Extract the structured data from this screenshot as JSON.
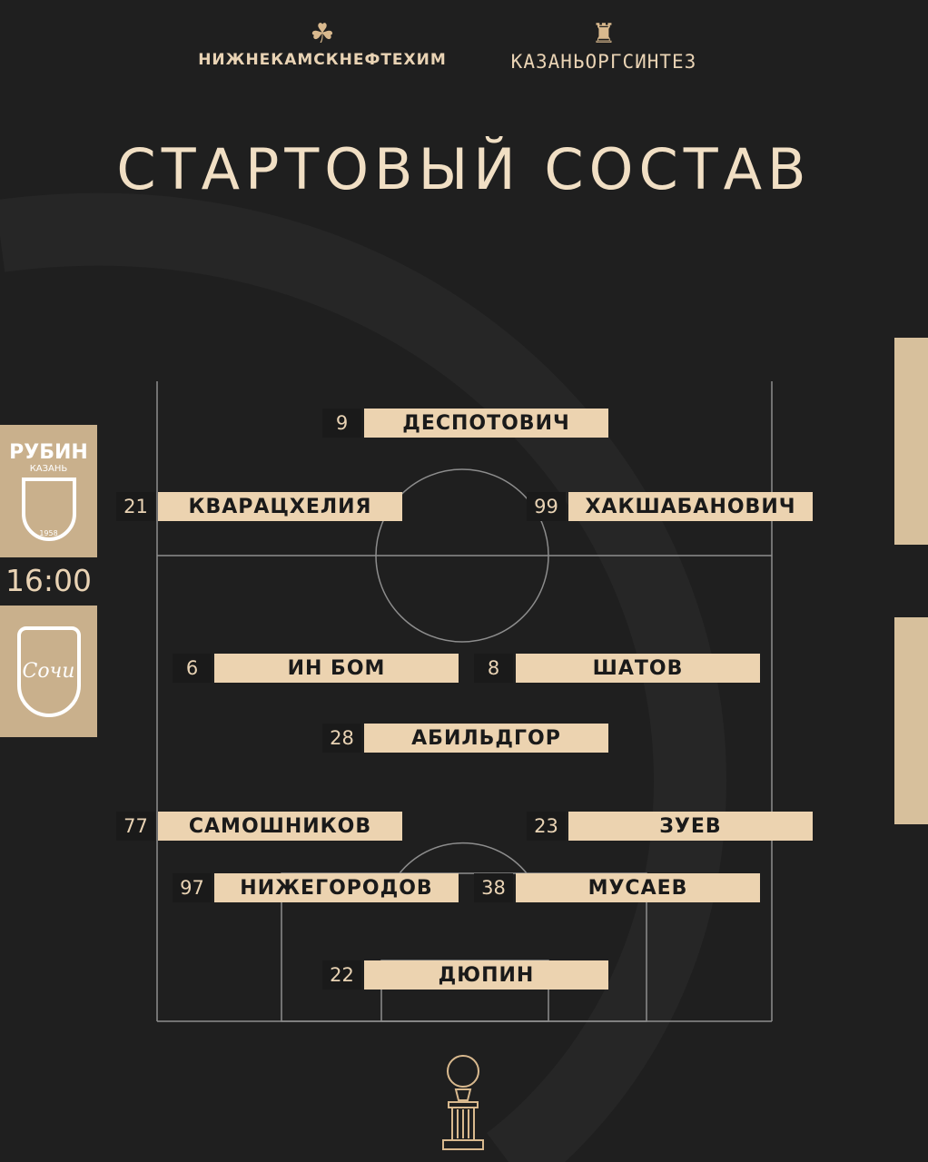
{
  "sponsors": [
    {
      "name": "НИЖНЕКАМСКНЕФТЕХИМ",
      "icon": "triquetra-icon"
    },
    {
      "name": "КАЗАНЬОРГСИНТЕЗ",
      "icon": "building-icon"
    }
  ],
  "title": "СТАРТОВЫЙ СОСТАВ",
  "match": {
    "home": "РУБИН",
    "home_city": "КАЗАНЬ",
    "home_year": "1958",
    "time": "16:00",
    "away": "Сочи"
  },
  "players": [
    {
      "number": "9",
      "name": "ДЕСПОТОВИЧ"
    },
    {
      "number": "21",
      "name": "КВАРАЦХЕЛИЯ"
    },
    {
      "number": "99",
      "name": "ХАКШАБАНОВИЧ"
    },
    {
      "number": "6",
      "name": "ИН БОМ"
    },
    {
      "number": "8",
      "name": "ШАТОВ"
    },
    {
      "number": "28",
      "name": "АБИЛЬДГОР"
    },
    {
      "number": "77",
      "name": "САМОШНИКОВ"
    },
    {
      "number": "23",
      "name": "ЗУЕВ"
    },
    {
      "number": "97",
      "name": "НИЖЕГОРОДОВ"
    },
    {
      "number": "38",
      "name": "МУСАЕВ"
    },
    {
      "number": "22",
      "name": "ДЮПИН"
    }
  ],
  "colors": {
    "accent": "#ecd3b0",
    "background": "#1f1f1f"
  }
}
